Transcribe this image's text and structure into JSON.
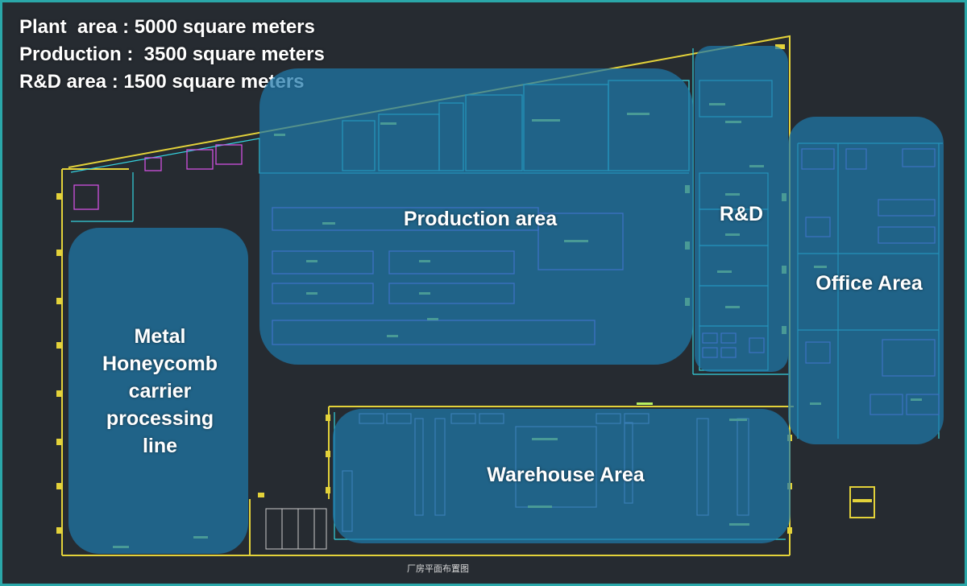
{
  "info": {
    "plant_area": "Plant  area : 5000 square meters",
    "production": "Production :  3500 square meters",
    "rd_area": "R&D area : 1500 square meters"
  },
  "zones": {
    "production": "Production area",
    "rd": "R&D",
    "office": "Office Area",
    "metal": "Metal\nHoneycomb\ncarrier\nprocessing\nline",
    "warehouse": "Warehouse Area"
  },
  "caption": "厂房平面布置图",
  "colors": {
    "background": "#262b31",
    "frame": "#2aa7a9",
    "zone_fill": "#1e78aa",
    "wall": "#e3d23a",
    "drawing_cyan": "#35d3e0",
    "drawing_purple": "#8a63ff",
    "marker_green": "#b8f060"
  }
}
